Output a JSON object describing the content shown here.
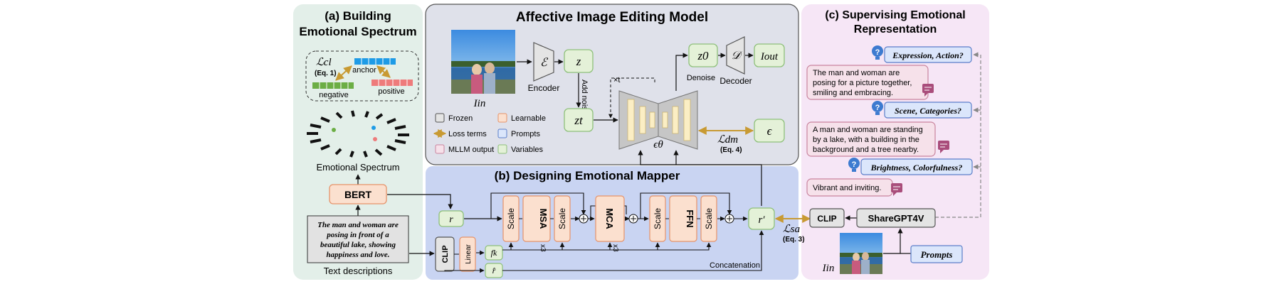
{
  "panel_a": {
    "title_l1": "(a) Building",
    "title_l2": "Emotional Spectrum",
    "loss_cl": "ℒcl",
    "eq1": "(Eq. 1)",
    "anchor": "anchor",
    "negative": "negative",
    "positive": "positive",
    "spectrum_label": "Emotional Spectrum",
    "bert": "BERT",
    "text_l1": "The man and woman are",
    "text_l2": "posing in front of a",
    "text_l3": "beautiful lake, showing",
    "text_l4": "happiness and love.",
    "text_caption": "Text descriptions"
  },
  "panel_top": {
    "title": "Affective Image Editing Model",
    "i_in": "Iin",
    "encoder_sym": "ℰ",
    "encoder": "Encoder",
    "z": "z",
    "add_noise": "Add noise ϵ",
    "z0": "z0",
    "decoder_sym": "𝒟",
    "decoder": "Decoder",
    "i_out": "Iout",
    "denoise": "Denoise",
    "times_t": "×t",
    "zt": "zt",
    "eps_theta": "ϵθ",
    "loss_dm": "ℒdm",
    "eq4": "(Eq. 4)",
    "eps": "ϵ",
    "legend": {
      "frozen": "Frozen",
      "learnable": "Learnable",
      "loss_terms": "Loss terms",
      "prompts": "Prompts",
      "mllm": "MLLM output",
      "variables": "Variables"
    }
  },
  "panel_b": {
    "title": "(b) Designing Emotional Mapper",
    "r": "r",
    "scale": "Scale",
    "msa": "MSA",
    "mca": "MCA",
    "ffn": "FFN",
    "x3": "x3",
    "r_prime": "r′",
    "clip": "CLIP",
    "linear": "Linear",
    "fk": "fk",
    "r_hat": "r̂",
    "concat": "Concatenation"
  },
  "panel_c": {
    "title_l1": "(c) Supervising Emotional",
    "title_l2": "Representation",
    "q1": "Expression, Action?",
    "a1_l1": "The man and woman are",
    "a1_l2": "posing for a picture together,",
    "a1_l3": "smiling and embracing.",
    "q2": "Scene, Categories?",
    "a2_l1": "A man and woman are standing",
    "a2_l2": "by a lake, with a building in the",
    "a2_l3": "background and a tree nearby.",
    "q3": "Brightness, Colorfulness?",
    "a3_l1": "Vibrant and inviting.",
    "clip": "CLIP",
    "sharegpt": "ShareGPT4V",
    "loss_sa": "ℒsa",
    "eq3": "(Eq. 3)",
    "i_in": "Iin",
    "prompts": "Prompts"
  },
  "colors": {
    "panel_a_bg": "#e3efe9",
    "panel_top_bg": "#dfe1ea",
    "panel_b_bg": "#c9d4f2",
    "panel_c_bg": "#f6e6f6",
    "learnable_fill": "#fbe0cf",
    "learnable_stroke": "#e6936a",
    "variable_fill": "#e4f1d8",
    "variable_stroke": "#8ec07a",
    "prompt_fill": "#dbe6fb",
    "prompt_stroke": "#5b7ec9",
    "mllm_fill": "#f6e1ea",
    "mllm_stroke": "#c9849e",
    "loss_arrow": "#c89a33"
  }
}
